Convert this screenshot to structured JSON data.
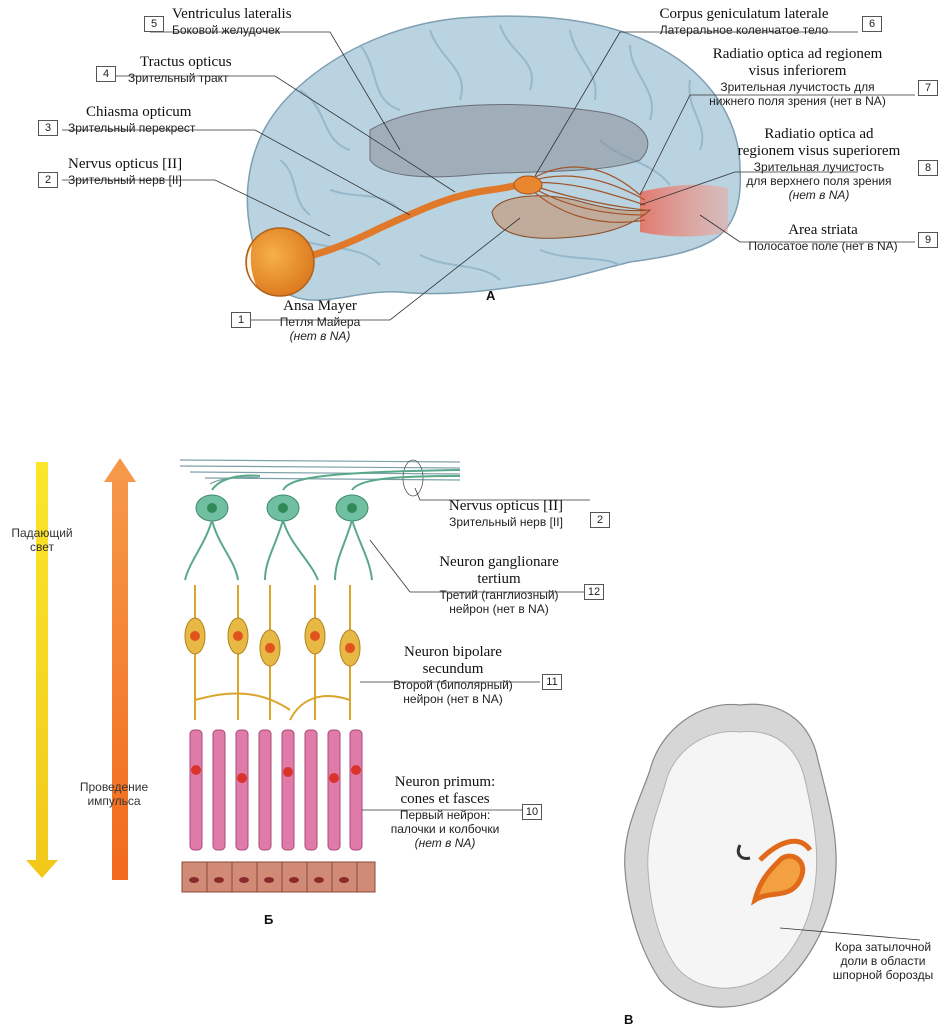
{
  "panels": {
    "a": "А",
    "b": "Б",
    "v": "В"
  },
  "labels": [
    {
      "num": "1",
      "latin": "Ansa Mayer",
      "russian": "Петля Майера",
      "note": "(нет в NA)"
    },
    {
      "num": "2",
      "latin": "Nervus opticus [II]",
      "russian": "Зрительный нерв [II]"
    },
    {
      "num": "3",
      "latin": "Chiasma opticum",
      "russian": "Зрительный перекрест"
    },
    {
      "num": "4",
      "latin": "Tractus opticus",
      "russian": "Зрительный тракт"
    },
    {
      "num": "5",
      "latin": "Ventriculus lateralis",
      "russian": "Боковой желудочек"
    },
    {
      "num": "6",
      "latin": "Corpus geniculatum laterale",
      "russian": "Латеральное коленчатое тело"
    },
    {
      "num": "7",
      "latin_1": "Radiatio optica ad regionem",
      "latin_2": "visus inferiorem",
      "russian_1": "Зрительная лучистость для",
      "russian_2": "нижнего поля зрения (нет в NA)"
    },
    {
      "num": "8",
      "latin_1": "Radiatio optica ad",
      "latin_2": "regionem visus superiorem",
      "russian_1": "Зрительная лучистость",
      "russian_2": "для верхнего поля зрения",
      "note": "(нет в NA)"
    },
    {
      "num": "9",
      "latin": "Area striata",
      "russian": "Полосатое поле (нет в NA)"
    },
    {
      "num": "10",
      "latin_1": "Neuron primum:",
      "latin_2": "cones et fasces",
      "russian_1": "Первый нейрон:",
      "russian_2": "палочки и колбочки",
      "note": "(нет в NA)"
    },
    {
      "num": "11",
      "latin_1": "Neuron bipolare",
      "latin_2": "secundum",
      "russian_1": "Второй (биполярный)",
      "russian_2": "нейрон (нет в NA)"
    },
    {
      "num": "12",
      "latin_1": "Neuron ganglionare",
      "latin_2": "tertium",
      "russian_1": "Третий (ганглиозный)",
      "russian_2": "нейрон (нет в NA)"
    },
    {
      "num": "2",
      "latin": "Nervus opticus [II]",
      "russian": "Зрительный нерв [II]"
    }
  ],
  "side_labels": {
    "light_1": "Падающий",
    "light_2": "свет",
    "impulse_1": "Проведение",
    "impulse_2": "импульса",
    "cortex_1": "Кора затылочной",
    "cortex_2": "доли в области",
    "cortex_3": "шпорной борозды"
  },
  "colors": {
    "brain": "#b9d3e0",
    "pathway": "#e07a2a",
    "striate": "#e85a4a",
    "ganglion": "#6fbfa0",
    "bipolar": "#e8b845",
    "receptor": "#e07aa8",
    "light_arrow": "#f2dd1a",
    "impulse_arrow": "#ef7d2c"
  }
}
